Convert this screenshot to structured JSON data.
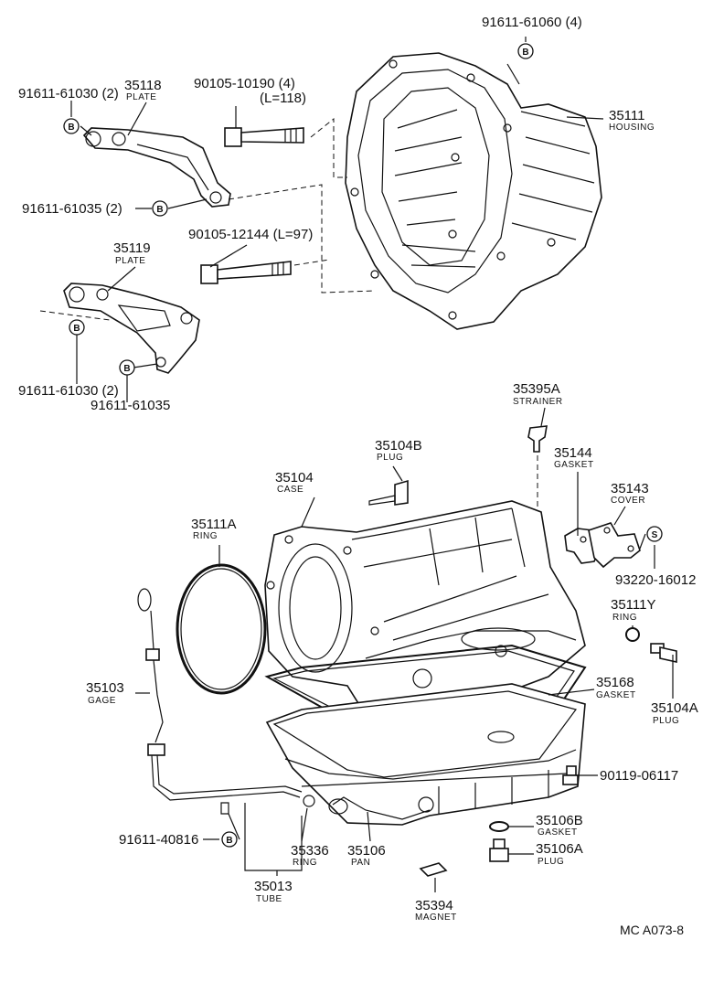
{
  "callouts": {
    "c91611_61060": "91611-61060 (4)",
    "c91611_61030_a": "91611-61030 (2)",
    "c35118": "35118",
    "c35118_name": "PLATE",
    "c90105_10190": "90105-10190 (4)",
    "c90105_10190_len": "(L=118)",
    "c35111": "35111",
    "c35111_name": "HOUSING",
    "c91611_61035_a": "91611-61035 (2)",
    "c90105_12144": "90105-12144 (L=97)",
    "c35119": "35119",
    "c35119_name": "PLATE",
    "c91611_61030_b": "91611-61030 (2)",
    "c91611_61035_b": "91611-61035",
    "c35395A": "35395A",
    "c35395A_name": "STRAINER",
    "c35104B": "35104B",
    "c35104B_name": "PLUG",
    "c35144": "35144",
    "c35144_name": "GASKET",
    "c35104": "35104",
    "c35104_name": "CASE",
    "c35143": "35143",
    "c35143_name": "COVER",
    "c35111A": "35111A",
    "c35111A_name": "RING",
    "c93220_16012": "93220-16012",
    "c35111Y": "35111Y",
    "c35111Y_name": "RING",
    "c35103": "35103",
    "c35103_name": "GAGE",
    "c35168": "35168",
    "c35168_name": "GASKET",
    "c35104A": "35104A",
    "c35104A_name": "PLUG",
    "c90119_06117": "90119-06117",
    "c35106B": "35106B",
    "c35106B_name": "GASKET",
    "c91611_40816": "91611-40816",
    "c35336": "35336",
    "c35336_name": "RING",
    "c35106": "35106",
    "c35106_name": "PAN",
    "c35106A": "35106A",
    "c35106A_name": "PLUG",
    "c35013": "35013",
    "c35013_name": "TUBE",
    "c35394": "35394",
    "c35394_name": "MAGNET"
  },
  "symbols": {
    "b": "B",
    "s": "S"
  },
  "footer": {
    "code": "MC  A073-8"
  }
}
